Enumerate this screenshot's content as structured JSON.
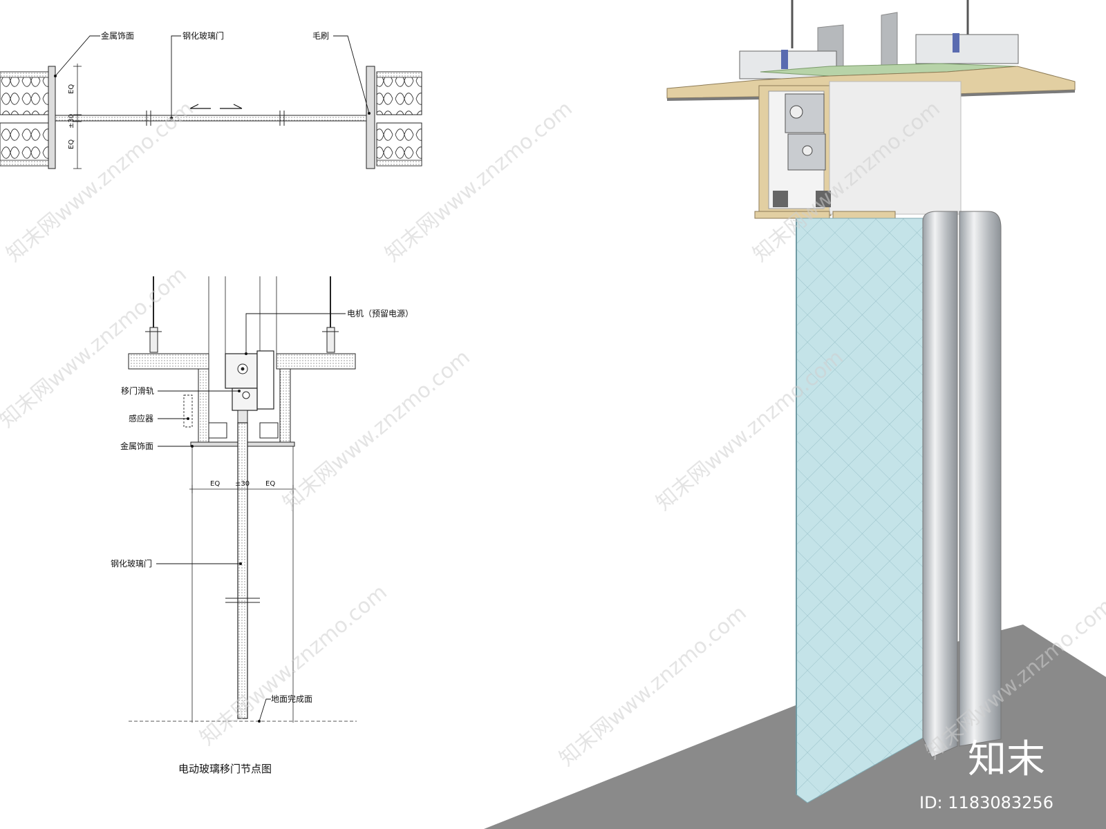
{
  "plan_labels": {
    "metal_finish": "金属饰面",
    "tempered_glass_door": "钢化玻璃门",
    "brush": "毛刷",
    "eq_top": "EQ",
    "pm30": "±30",
    "eq_bottom": "EQ"
  },
  "section_labels": {
    "motor": "电机（预留电源）",
    "track": "移门滑轨",
    "sensor": "感应器",
    "metal_finish": "金属饰面",
    "eq_left": "EQ",
    "pm30": "±30",
    "eq_right": "EQ",
    "tempered_glass_door": "钢化玻璃门",
    "floor_finish": "地面完成面"
  },
  "drawing_title": "电动玻璃移门节点图",
  "watermark": "知末网www.znzmo.com",
  "brand": {
    "name": "知末",
    "id": "ID: 1183083256"
  },
  "colors": {
    "glass": "#bfe0e6",
    "aluminium": "#c9ccd0",
    "wood": "#e2cfa2",
    "floor": "#8a8a8a",
    "board_green": "#b7d3a8"
  }
}
